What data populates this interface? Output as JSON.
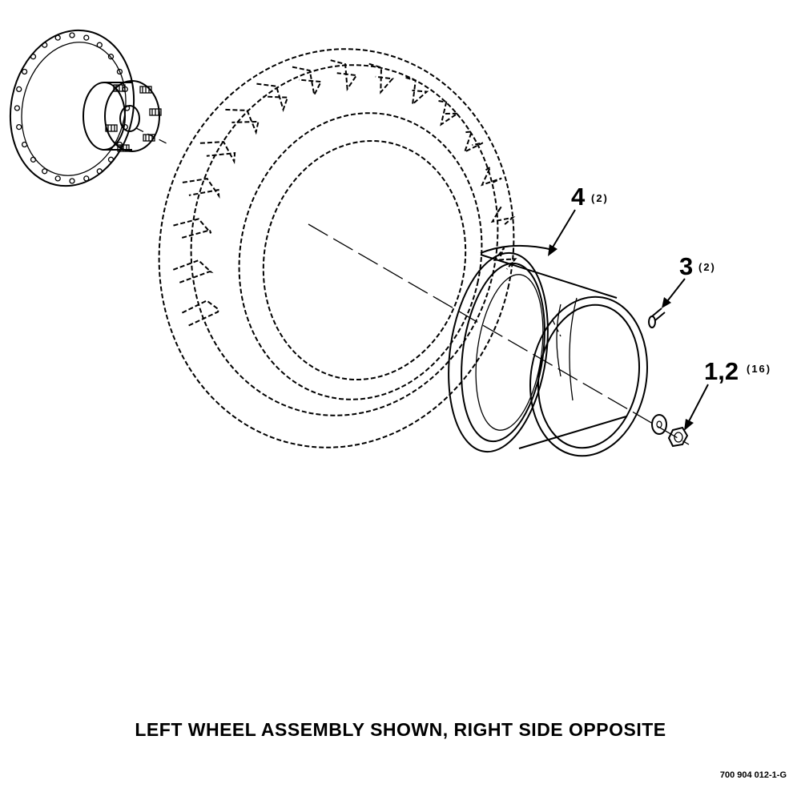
{
  "callouts": [
    {
      "id": "item-4",
      "number": "4",
      "qty": "(2)"
    },
    {
      "id": "item-3",
      "number": "3",
      "qty": "(2)"
    },
    {
      "id": "item-1-2",
      "number": "1,2",
      "qty": "(16)"
    }
  ],
  "caption": "LEFT WHEEL ASSEMBLY SHOWN, RIGHT SIDE OPPOSITE",
  "figure_number": "700 904 012-1-G"
}
